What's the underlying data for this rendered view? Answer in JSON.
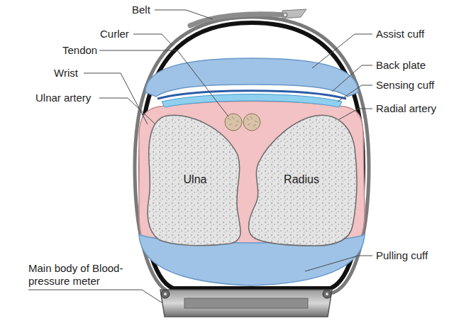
{
  "diagram": {
    "nodes": [
      {
        "text": [
          "Ulna"
        ]
      },
      {
        "text": [
          "Radius"
        ]
      }
    ],
    "labels": [
      "Belt",
      "Curler",
      "Assist cuff",
      "Tendon",
      "Back plate",
      "Sensing cuff",
      "Wrist",
      "Radial artery",
      "Ulnar artery",
      "Pulling cuff",
      "Main body of Blood-pressure meter"
    ]
  }
}
